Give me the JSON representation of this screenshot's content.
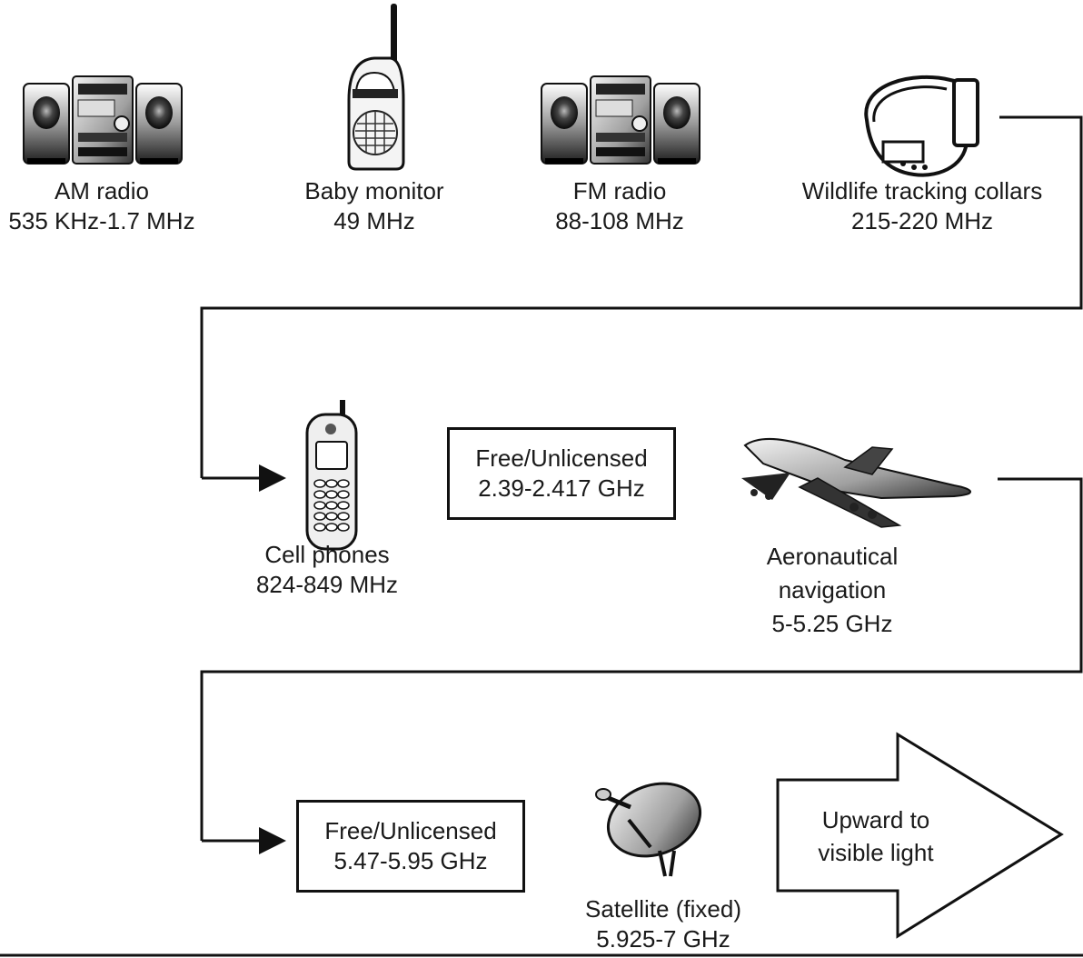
{
  "devices": [
    {
      "name": "AM radio",
      "range": "535 KHz-1.7 MHz",
      "icon": "stereo-icon"
    },
    {
      "name": "Baby monitor",
      "range": "49 MHz",
      "icon": "baby-monitor-icon"
    },
    {
      "name": "FM radio",
      "range": "88-108 MHz",
      "icon": "stereo-icon"
    },
    {
      "name": "Wildlife tracking collars",
      "range": "215-220 MHz",
      "icon": "collar-icon"
    },
    {
      "name": "Cell phones",
      "range": "824-849 MHz",
      "icon": "cell-phone-icon"
    },
    {
      "name_line1": "Aeronautical",
      "name_line2": "navigation",
      "range": "5-5.25 GHz",
      "icon": "airplane-icon"
    },
    {
      "name": "Satellite (fixed)",
      "range": "5.925-7 GHz",
      "icon": "satellite-dish-icon"
    }
  ],
  "bands": [
    {
      "label": "Free/Unlicensed",
      "range": "2.39-2.417 GHz"
    },
    {
      "label": "Free/Unlicensed",
      "range": "5.47-5.95 GHz"
    }
  ],
  "final_arrow": {
    "line1": "Upward to",
    "line2": "visible light"
  }
}
